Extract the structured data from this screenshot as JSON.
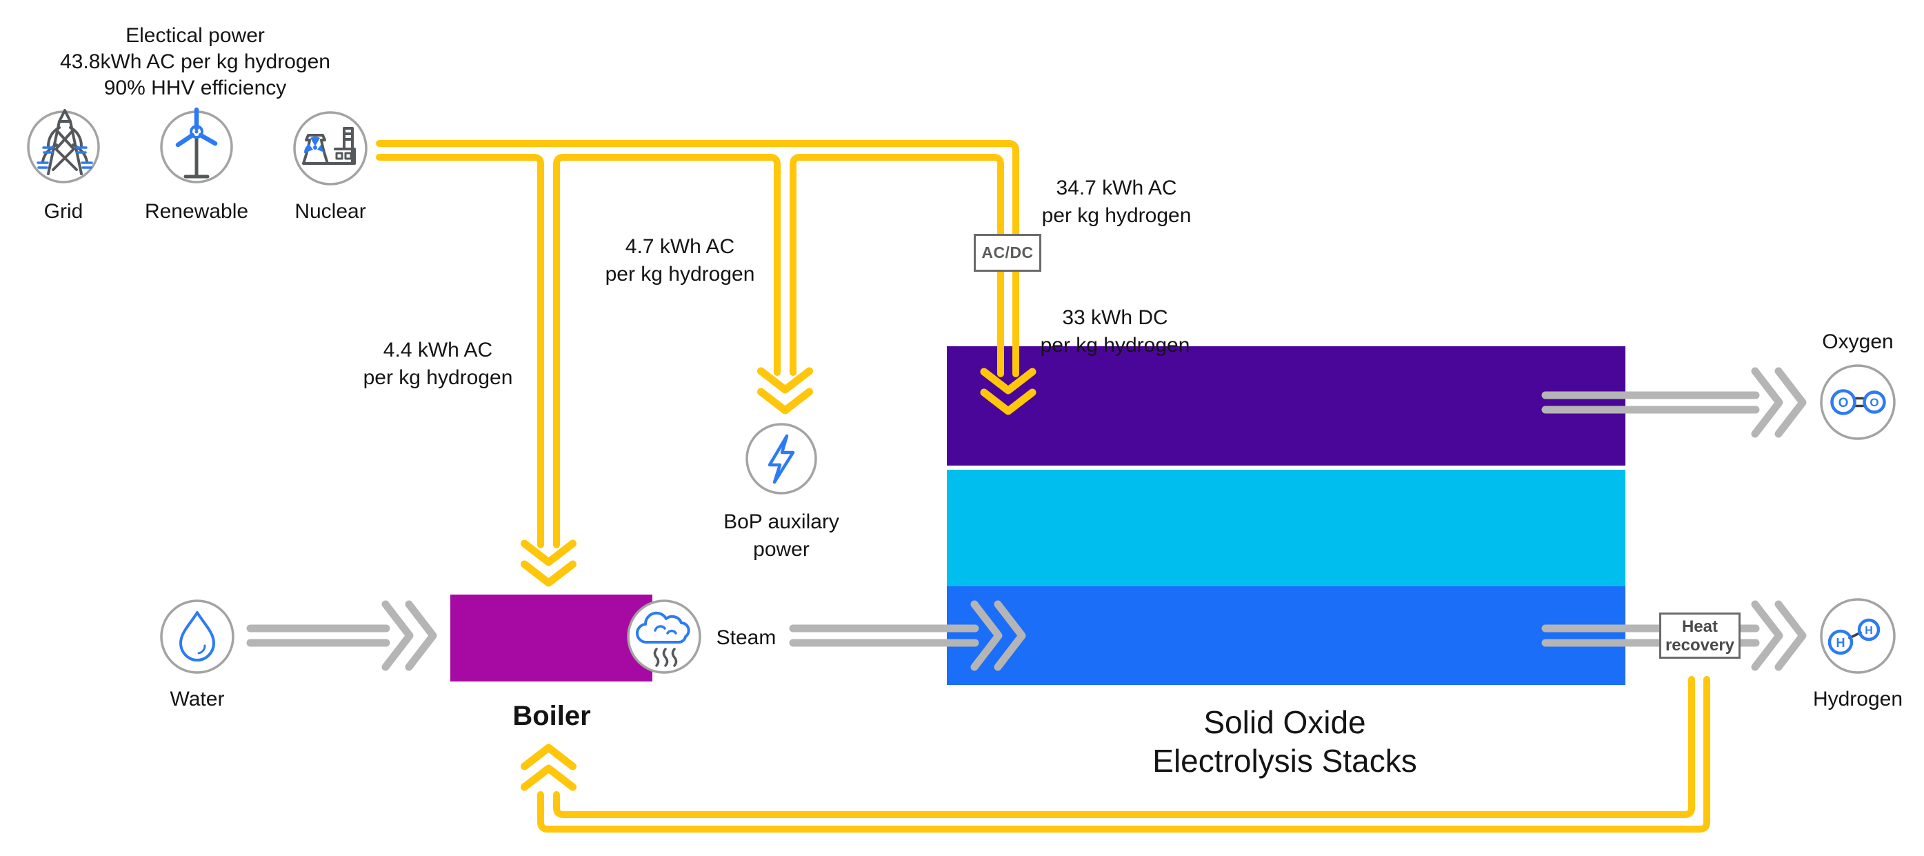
{
  "colors": {
    "yellow": "#FFC60B",
    "purple": "#4A0698",
    "cyan": "#00BFEF",
    "blue": "#1B6EF8",
    "magenta": "#A70AA2",
    "arrow_gray": "#B5B5B5",
    "circle_gray": "#A3A3A3",
    "icon_blue": "#2C7BF4",
    "icon_dark": "#54585A",
    "box_border": "#6A6A6A",
    "text": "#141414"
  },
  "header": {
    "lines": "Electical power\n43.8kWh AC per kg hydrogen\n90% HHV efficiency"
  },
  "sources": {
    "grid": {
      "label": "Grid",
      "icon": "grid-transmission-tower-icon"
    },
    "renewable": {
      "label": "Renewable",
      "icon": "wind-turbine-icon"
    },
    "nuclear": {
      "label": "Nuclear",
      "icon": "nuclear-plant-icon"
    }
  },
  "flows": {
    "boiler_power": "4.4 kWh AC\nper kg hydrogen",
    "bop_power": "4.7 kWh AC\nper kg hydrogen",
    "stack_ac": "34.7 kWh AC\nper kg hydrogen",
    "stack_dc": "33 kWh DC\nper kg hydrogen"
  },
  "converter": {
    "label": "AC/DC"
  },
  "bop": {
    "label": "BoP auxilary\npower",
    "icon": "lightning-icon"
  },
  "water": {
    "label": "Water",
    "icon": "water-drop-icon"
  },
  "steam": {
    "label": "Steam",
    "icon": "steam-cloud-icon"
  },
  "boiler": {
    "label": "Boiler"
  },
  "stack": {
    "label": "Solid Oxide\nElectrolysis Stacks"
  },
  "heat_recovery": {
    "label": "Heat\nrecovery"
  },
  "outputs": {
    "oxygen": {
      "label": "Oxygen",
      "icon": "oxygen-molecule-icon",
      "atom1": "O",
      "atom2": "O"
    },
    "hydrogen": {
      "label": "Hydrogen",
      "icon": "hydrogen-molecule-icon",
      "atom1": "H",
      "atom2": "H"
    }
  }
}
